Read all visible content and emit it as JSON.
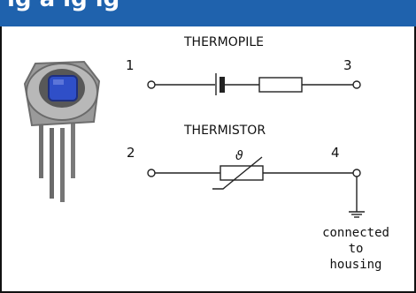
{
  "header": {
    "title": "ig  a    ig    ig"
  },
  "diagram": {
    "thermopile_label": "THERMOPILE",
    "thermistor_label": "THERMISTOR",
    "pins": [
      "1",
      "2",
      "3",
      "4"
    ],
    "thermistor_symbol": "ϑ",
    "ground_note": [
      "connected",
      "to",
      "housing"
    ]
  },
  "colors": {
    "header_bg": "#1f62ad",
    "sensor_window": "#2f4fc8",
    "sensor_body": "#9a9a9a",
    "line": "#222222"
  }
}
